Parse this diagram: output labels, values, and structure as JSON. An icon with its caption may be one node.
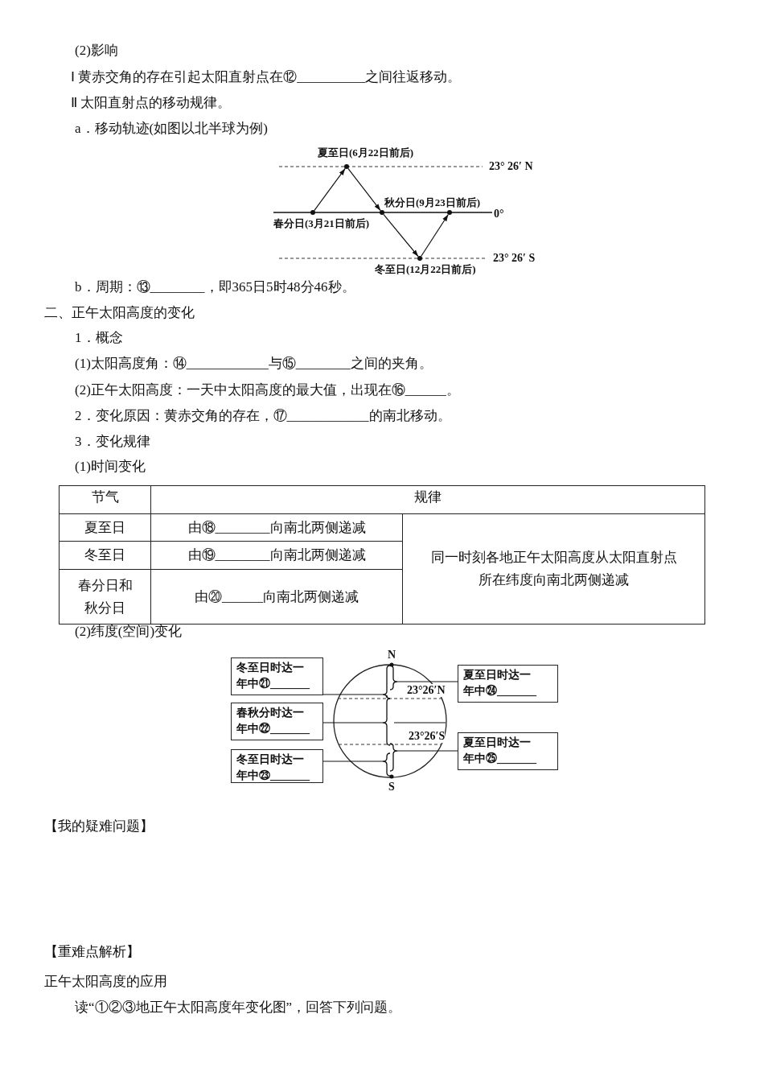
{
  "diagram": {
    "nodes": [
      {
        "text": [],
        "shape": "circle",
        "beside": [
          "春分日(3月21日前后)"
        ]
      },
      {
        "text": [],
        "shape": "circle",
        "beside": [
          "夏至日(6月22日前后)"
        ]
      },
      {
        "text": [],
        "shape": "circle",
        "beside": [
          "秋分日(9月23日前后)"
        ]
      },
      {
        "text": [],
        "shape": "circle",
        "beside": [
          "冬至日(12月22日前后)"
        ]
      },
      {
        "text": [],
        "shape": "circle"
      },
      {
        "text": [
          "冬至日时达一年中㉑_______"
        ]
      },
      {
        "text": [
          "夏至日时达一年中㉔_______"
        ]
      },
      {
        "text": [
          "春秋分时达一年中㉒_______"
        ]
      },
      {
        "text": [
          "夏至日时达一年中㉕_______"
        ]
      },
      {
        "text": [
          "冬至日时达一年中㉓_______"
        ]
      },
      {
        "text": [],
        "shape": "brace"
      },
      {
        "text": [],
        "shape": "brace"
      },
      {
        "text": [],
        "shape": "brace"
      },
      {
        "text": [],
        "shape": "brace"
      },
      {
        "text": [],
        "shape": "brace"
      }
    ],
    "edges": [
      {
        "from": 0,
        "to": 1,
        "arrow": "to"
      },
      {
        "from": 1,
        "to": 2,
        "arrow": "to"
      },
      {
        "from": 2,
        "to": 3,
        "arrow": "to"
      },
      {
        "from": 3,
        "to": 4,
        "arrow": "to"
      },
      {
        "from": 5,
        "to": 10,
        "arrow": "none"
      },
      {
        "from": 6,
        "to": 11,
        "arrow": "none"
      },
      {
        "from": 7,
        "to": 12,
        "arrow": "none"
      },
      {
        "from": 8,
        "to": 13,
        "arrow": "none"
      },
      {
        "from": 9,
        "to": 14,
        "arrow": "none"
      }
    ],
    "labels": [
      "(2)影响",
      "Ⅰ 黄赤交角的存在引起太阳直射点在⑫__________之间往返移动。",
      "Ⅱ 太阳直射点的移动规律。",
      "a．移动轨迹(如图以北半球为例)",
      "23° 26′ N",
      "0°",
      "23° 26′ S",
      "b．周期：⑬________，即365日5时48分46秒。",
      "二、正午太阳高度的变化",
      "1．概念",
      "(1)太阳高度角：⑭____________与⑮________之间的夹角。",
      "(2)正午太阳高度：一天中太阳高度的最大值，出现在⑯______。",
      "2．变化原因：黄赤交角的存在，⑰____________的南北移动。",
      "3．变化规律",
      "(1)时间变化",
      "节气",
      "规律",
      "夏至日",
      "由⑱________向南北两侧递减",
      "同一时刻各地正午太阳高度从太阳直射点所在纬度向南北两侧递减",
      "冬至日",
      "由⑲________向南北两侧递减",
      "春分日和秋分日",
      "由⑳______向南北两侧递减",
      "(2)纬度(空间)变化",
      "N",
      "23°26′N",
      "23°26′S",
      "S",
      "【我的疑难问题】",
      "【重难点解析】",
      "正午太阳高度的应用",
      "读“①②③地正午太阳高度年变化图”，回答下列问题。"
    ]
  }
}
